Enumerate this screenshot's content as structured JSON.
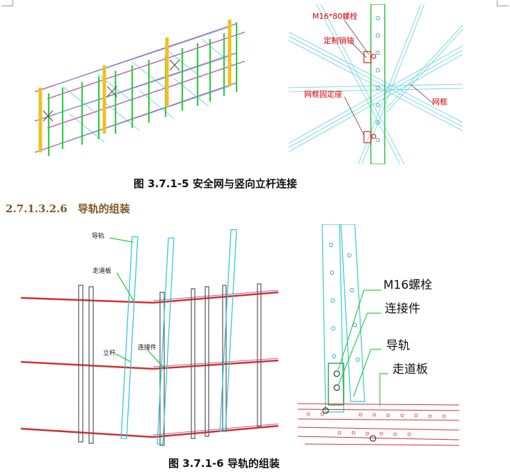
{
  "section_heading": "2.7.1.3.2.6　导轨的组装",
  "figure1": {
    "caption": "图 3.7.1-5 安全网与竖向立杆连接",
    "labels": {
      "bolt": "M16*80螺栓",
      "pin": "定制销轴",
      "seat": "网框固定座",
      "frame": "网框"
    }
  },
  "figure2": {
    "caption": "图 3.7.1-6 导轨的组装",
    "labels": {
      "rail": "导轨",
      "walkboard": "走道板",
      "upright": "立杆",
      "connector": "连接件"
    },
    "detail_labels": {
      "bolt": "M16螺栓",
      "connector": "连接件",
      "rail": "导轨",
      "walkboard": "走道板"
    }
  }
}
